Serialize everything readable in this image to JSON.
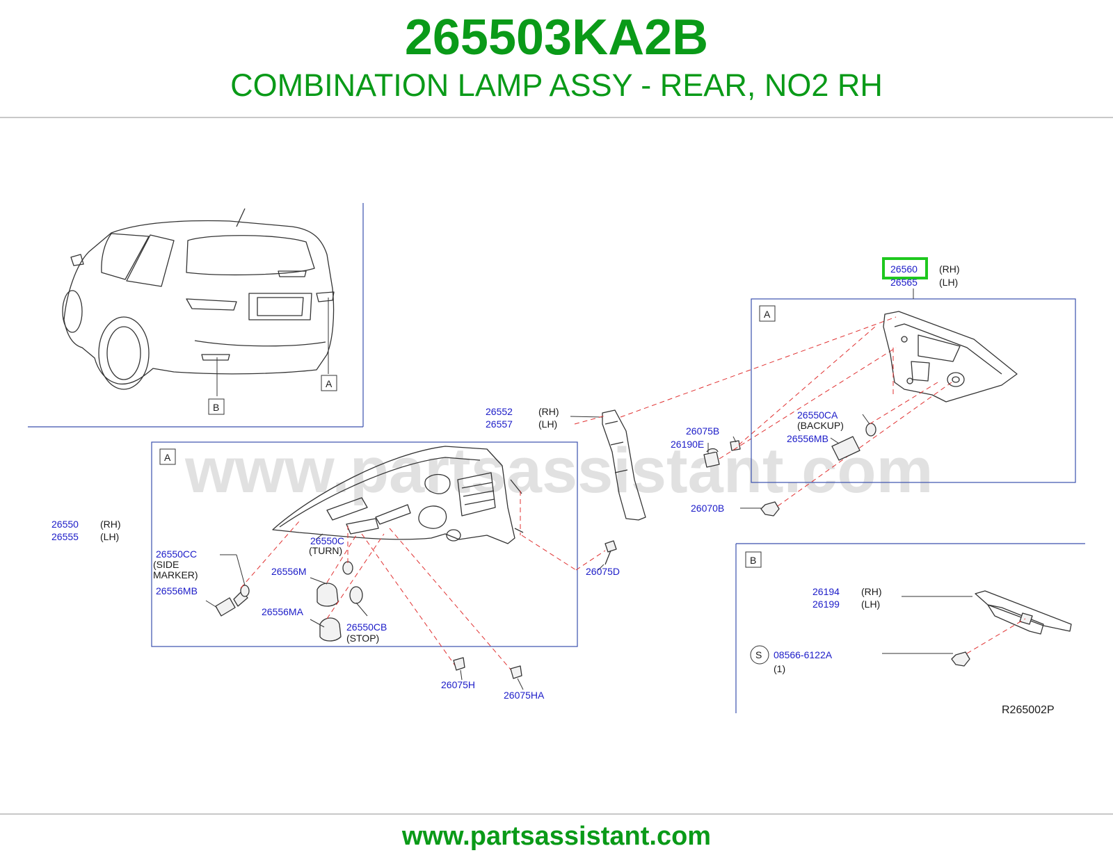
{
  "header": {
    "part_number": "265503KA2B",
    "description": "COMBINATION LAMP ASSY - REAR, NO2 RH"
  },
  "footer": {
    "website": "www.partsassistant.com"
  },
  "watermark": "www.partsassistant.com",
  "diagram_code": "R265002P",
  "highlight_color": "#1ec81e",
  "brand_color": "#0a9a18",
  "part_label_color": "#1b1bc8",
  "detail_tags": {
    "a_vehicle": "A",
    "b_vehicle": "B",
    "a_right": "A",
    "a_left": "A",
    "b_right": "B"
  },
  "callouts": {
    "p26560": "26560",
    "p26560_side": "(RH)",
    "p26565": "26565",
    "p26565_side": "(LH)",
    "p26552": "26552",
    "p26552_side": "(RH)",
    "p26557": "26557",
    "p26557_side": "(LH)",
    "p26075B": "26075B",
    "p26190E": "26190E",
    "p26550CA": "26550CA",
    "p26550CA_note": "(BACKUP)",
    "p26556MB_r": "26556MB",
    "p26070B": "26070B",
    "p26550": "26550",
    "p26550_side": "(RH)",
    "p26555": "26555",
    "p26555_side": "(LH)",
    "p26550CC": "26550CC",
    "p26550CC_note1": "(SIDE",
    "p26550CC_note2": "MARKER)",
    "p26556MB_l": "26556MB",
    "p26550C": "26550C",
    "p26550C_note": "(TURN)",
    "p26556M": "26556M",
    "p26556MA": "26556MA",
    "p26550CB": "26550CB",
    "p26550CB_note": "(STOP)",
    "p26075D": "26075D",
    "p26075H": "26075H",
    "p26075HA": "26075HA",
    "p26194": "26194",
    "p26194_side": "(RH)",
    "p26199": "26199",
    "p26199_side": "(LH)",
    "s_mark": "S",
    "p08566": "08566-6122A",
    "p08566_qty": "(1)"
  }
}
